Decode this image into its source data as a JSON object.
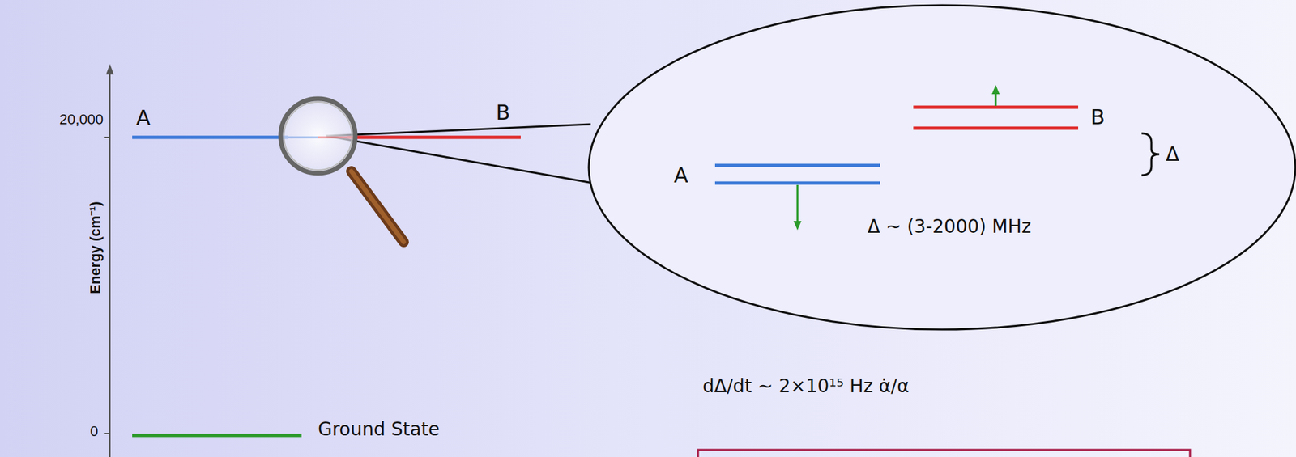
{
  "diagram": {
    "labels": [
      "20,000",
      "0",
      "Energy (cm⁻¹)",
      "A",
      "B",
      "Ground State",
      "A",
      "B",
      "Δ",
      "Δ ~ (3-2000) MHz",
      "dΔ/dt ~ 2×10¹⁵ Hz α̇/α"
    ]
  }
}
